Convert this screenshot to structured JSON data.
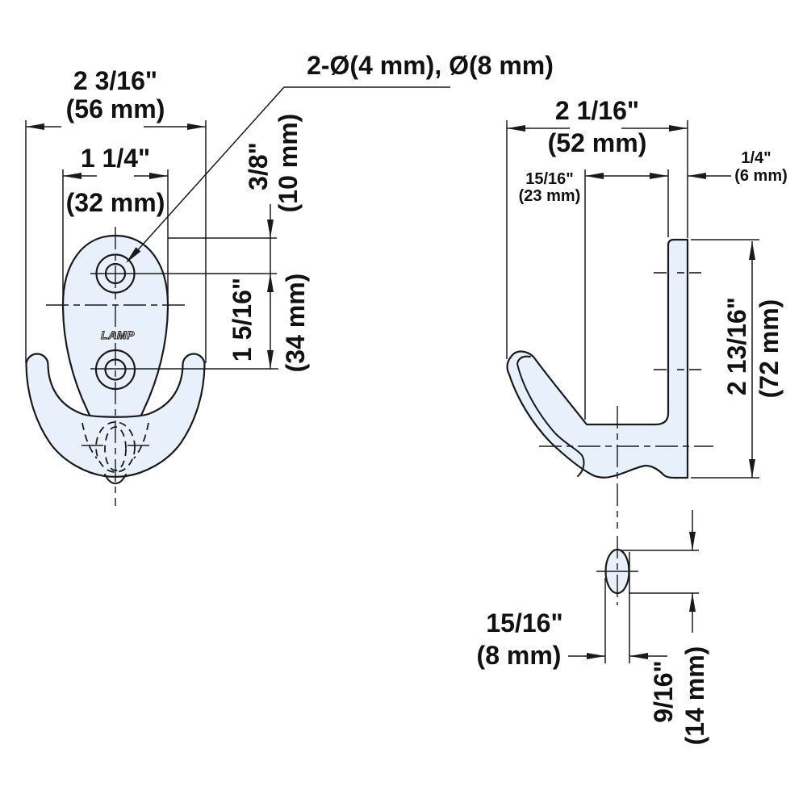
{
  "drawing": {
    "callout": "2-Ø(4 mm), Ø(8 mm)",
    "logo": "LAMP",
    "front": {
      "overall_width_in": "2 3/16\"",
      "overall_width_mm": "(56 mm)",
      "plate_width_in": "1 1/4\"",
      "plate_width_mm": "(32 mm)",
      "top_hole_offset_in": "3/8\"",
      "top_hole_offset_mm": "(10 mm)",
      "hole_pitch_in": "1 5/16\"",
      "hole_pitch_mm": "(34 mm)"
    },
    "side": {
      "overall_depth_in": "2 1/16\"",
      "overall_depth_mm": "(52 mm)",
      "hook_depth_in": "15/16\"",
      "hook_depth_mm": "(23 mm)",
      "plate_thickness_in": "1/4\"",
      "plate_thickness_mm": "(6 mm)",
      "overall_height_in": "2 13/16\"",
      "overall_height_mm": "(72 mm)"
    },
    "bottom": {
      "tip_width_in": "15/16\"",
      "tip_width_mm": "(8 mm)",
      "tip_depth_in": "9/16\"",
      "tip_depth_mm": "(14 mm)"
    },
    "colors": {
      "part_fill": "#e8f1fb",
      "line": "#1a1a1a",
      "background": "#ffffff"
    }
  }
}
